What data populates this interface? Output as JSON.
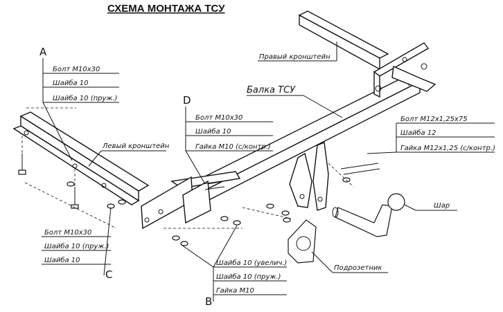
{
  "title": "СХЕМА МОНТАЖА ТСУ",
  "callouts": {
    "A": {
      "letter": "A",
      "lines": [
        "Болт М10х30",
        "Шайба 10",
        "Шайба 10 (пруж.)"
      ]
    },
    "D": {
      "letter": "D",
      "lines": [
        "Болт М10х30",
        "Шайба 10",
        "Гайка М10 (с/контр.)"
      ]
    },
    "C": {
      "letter": "C",
      "lines": [
        "Болт М10х30",
        "Шайба 10 (пруж.)",
        "Шайба 10"
      ]
    },
    "B": {
      "letter": "B",
      "lines": [
        "Шайба 10 (увелич.)",
        "Шайба 10 (пруж.)",
        "Гайка М10"
      ]
    },
    "R": {
      "lines": [
        "Болт М12х1,25х75",
        "Шайба 12",
        "Гайка М12х1,25 (с/контр.)"
      ]
    }
  },
  "parts": {
    "right_bracket": "Правый кронштейн",
    "beam": "Балка ТСУ",
    "left_bracket": "Левый кронштейн",
    "ball": "Шар",
    "socket_plate": "Подрозетник"
  }
}
